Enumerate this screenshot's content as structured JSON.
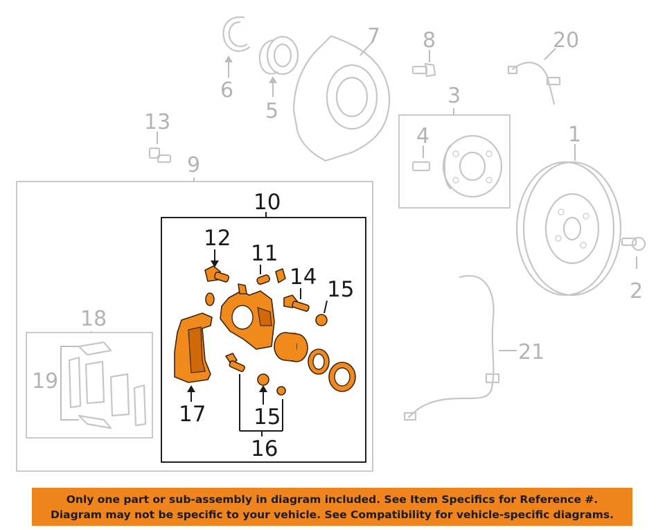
{
  "callouts": {
    "c1": "1",
    "c2": "2",
    "c3": "3",
    "c4": "4",
    "c5": "5",
    "c6": "6",
    "c7": "7",
    "c8": "8",
    "c9": "9",
    "c10": "10",
    "c11": "11",
    "c12": "12",
    "c13": "13",
    "c14": "14",
    "c15a": "15",
    "c15b": "15",
    "c16": "16",
    "c17": "17",
    "c18": "18",
    "c19": "19",
    "c20": "20",
    "c21": "21"
  },
  "banner": {
    "line1": "Only one part or sub-assembly in diagram included. See Item Specifics for Reference #.",
    "line2": "Diagram may not be specific to your vehicle. See Compatibility for vehicle-specific diagrams."
  },
  "colors": {
    "highlight": "#f08a1c",
    "banner": "#f0851e",
    "ghost": "#c6c6c6"
  }
}
